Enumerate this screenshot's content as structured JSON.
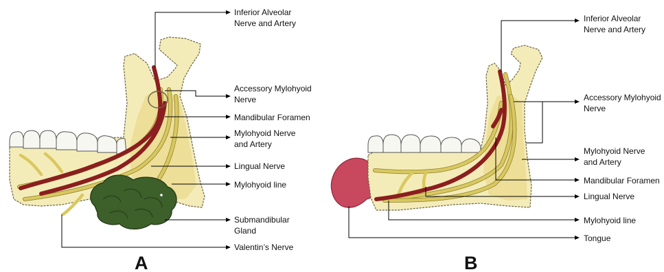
{
  "panels": [
    {
      "letter": "A",
      "labels": [
        "Inferior Alveolar",
        "Nerve and Artery",
        "Accessory Mylohyoid",
        "Nerve",
        "Mandibular Foramen",
        "Mylohyoid Nerve",
        "and Artery",
        "Lingual Nerve",
        "Mylohyoid line",
        "Submandibular",
        "Gland",
        "Valentin’s Nerve"
      ]
    },
    {
      "letter": "B",
      "labels": [
        "Inferior Alveolar",
        "Nerve and Artery",
        "Accessory Mylohyoid",
        "Nerve",
        "Mylohyoid Nerve",
        "and Artery",
        "Mandibular Foramen",
        "Lingual Nerve",
        "Mylohyoid line",
        "Tongue"
      ]
    }
  ],
  "colors": {
    "bone": "#f4ecb8",
    "nerve": "#d9c860",
    "artery": "#8b1e1e",
    "gland": "#3d5f2a",
    "tongue": "#c8485d"
  }
}
